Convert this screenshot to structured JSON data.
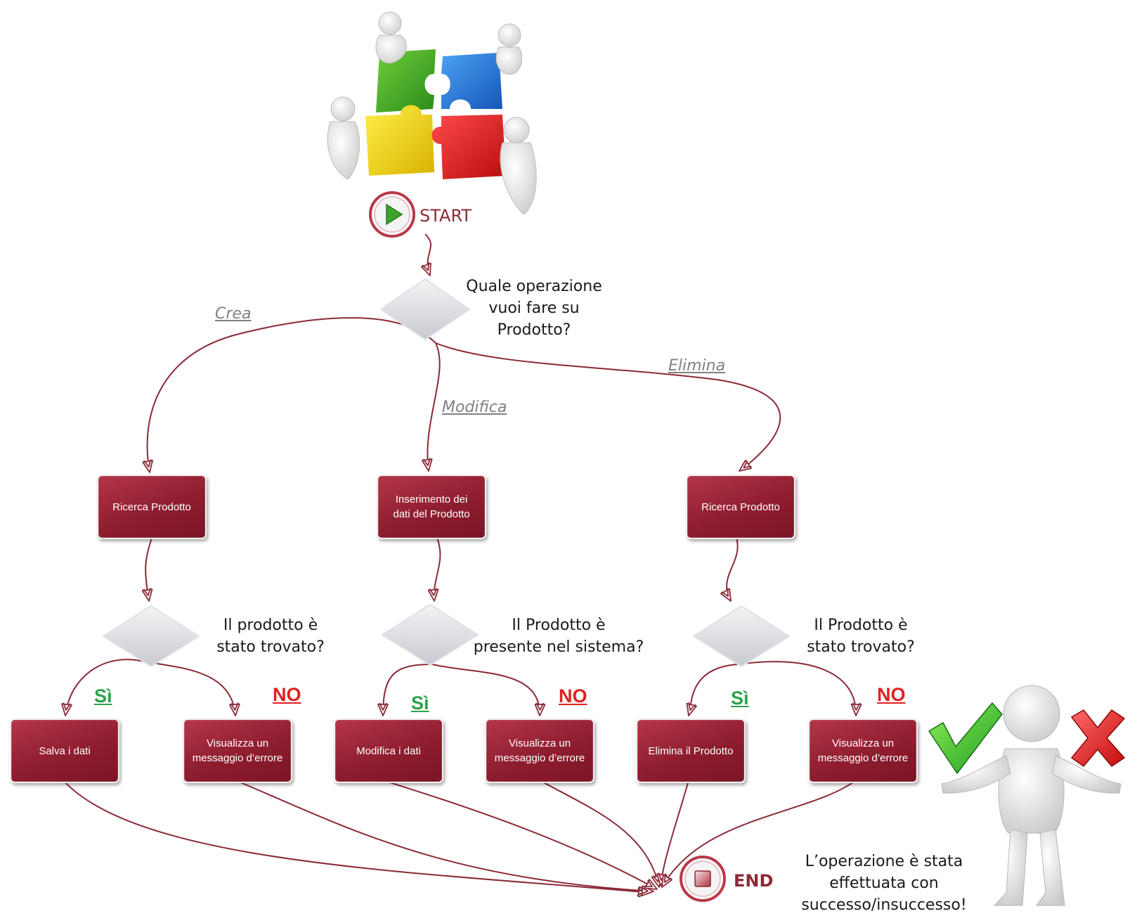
{
  "start": {
    "label": "START"
  },
  "end": {
    "label": "END"
  },
  "main_question": "Quale operazione\nvuoi fare su\nProdotto?",
  "branches": {
    "crea": "Crea",
    "modifica": "Modifica",
    "elimina": "Elimina"
  },
  "steps": {
    "ricerca_1": "Ricerca Prodotto",
    "inserimento": "Inserimento dei\ndati del Prodotto",
    "ricerca_2": "Ricerca Prodotto"
  },
  "questions": {
    "q1": "Il prodotto è\nstato trovato?",
    "q2": "Il Prodotto è\npresente nel sistema?",
    "q3": "Il Prodotto è\nstato trovato?"
  },
  "answers": {
    "yes": "Sì",
    "no": "NO"
  },
  "outcomes": {
    "salva": "Salva i dati",
    "errore_1": "Visualizza un\nmessaggio d’errore",
    "modifica": "Modifica i dati",
    "errore_2": "Visualizza un\nmessaggio d’errore",
    "elimina": "Elimina il Prodotto",
    "errore_3": "Visualizza un\nmessaggio d’errore"
  },
  "final_message": "L’operazione è stata\neffettuata con\nsuccesso/insuccesso!",
  "colors": {
    "box": "#8e1d2f",
    "arrow": "#8a2a36",
    "yes": "#2ca24b",
    "no": "#e02020",
    "branch_label": "#808080"
  },
  "icons": {
    "header": "puzzle-team-illustration",
    "start": "play-icon",
    "end": "stop-icon",
    "figure": "person-check-cross-illustration"
  }
}
